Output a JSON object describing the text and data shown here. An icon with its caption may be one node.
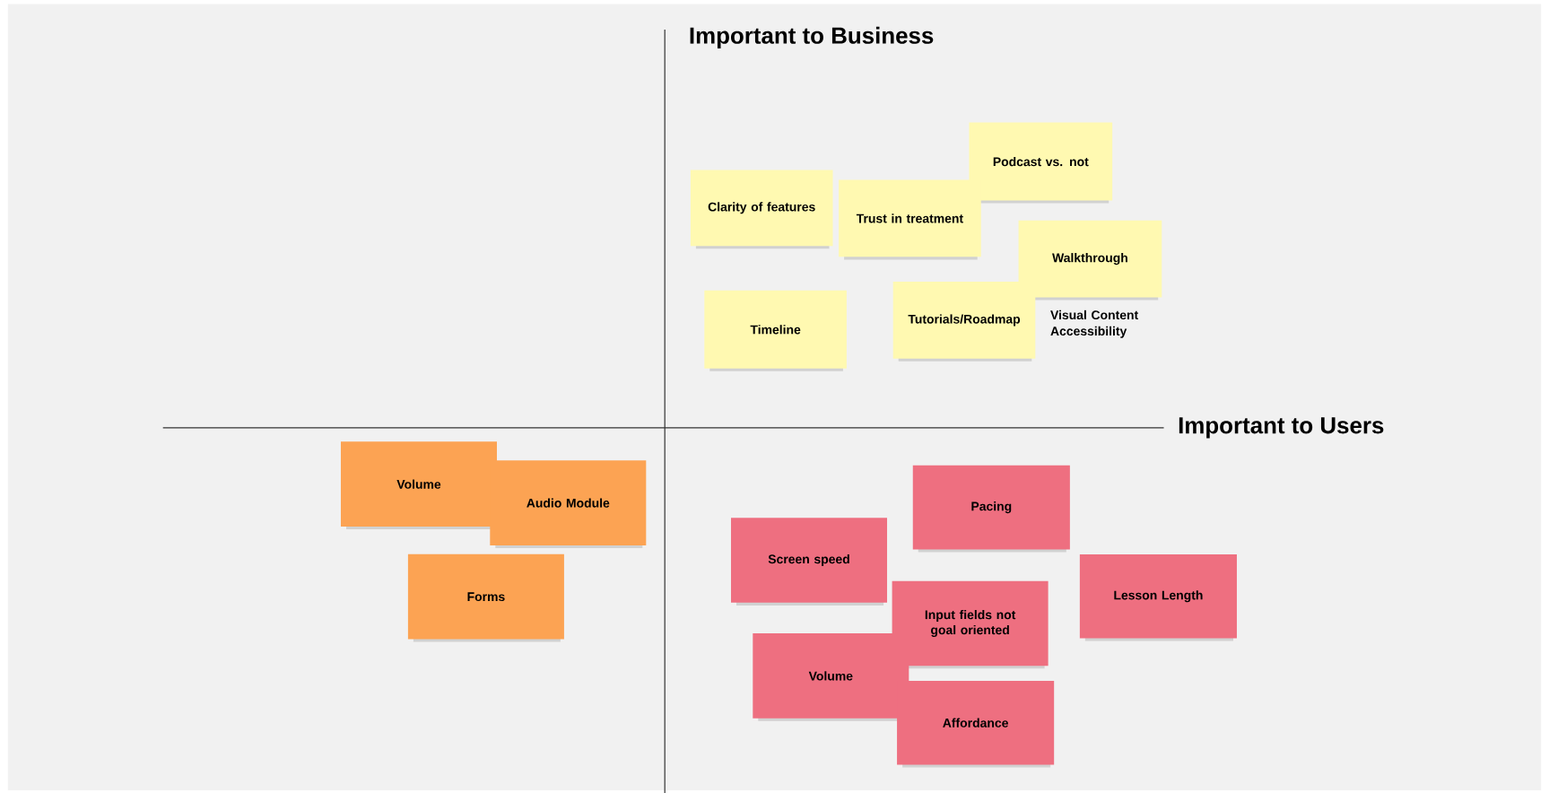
{
  "diagram": {
    "nodes": [
      {
        "text": [
          "Podcast vs. not"
        ]
      },
      {
        "text": [
          "Clarity of features"
        ]
      },
      {
        "text": [
          "Trust in treatment"
        ]
      },
      {
        "text": [
          "Walkthrough"
        ]
      },
      {
        "text": [
          "Tutorials/Roadmap"
        ]
      },
      {
        "text": [
          "Timeline"
        ]
      },
      {
        "text": [
          "Volume"
        ]
      },
      {
        "text": [
          "Audio Module"
        ]
      },
      {
        "text": [
          "Pacing"
        ]
      },
      {
        "text": [
          "Screen speed"
        ]
      },
      {
        "text": [
          "Forms"
        ]
      },
      {
        "text": [
          "Lesson Length"
        ]
      },
      {
        "text": [
          "Input fields not goal oriented"
        ]
      },
      {
        "text": [
          "Volume"
        ]
      },
      {
        "text": [
          "Affordance"
        ]
      }
    ],
    "labels": [
      "Important to Business",
      "Visual Content Accessibility",
      "Important to Users"
    ]
  }
}
